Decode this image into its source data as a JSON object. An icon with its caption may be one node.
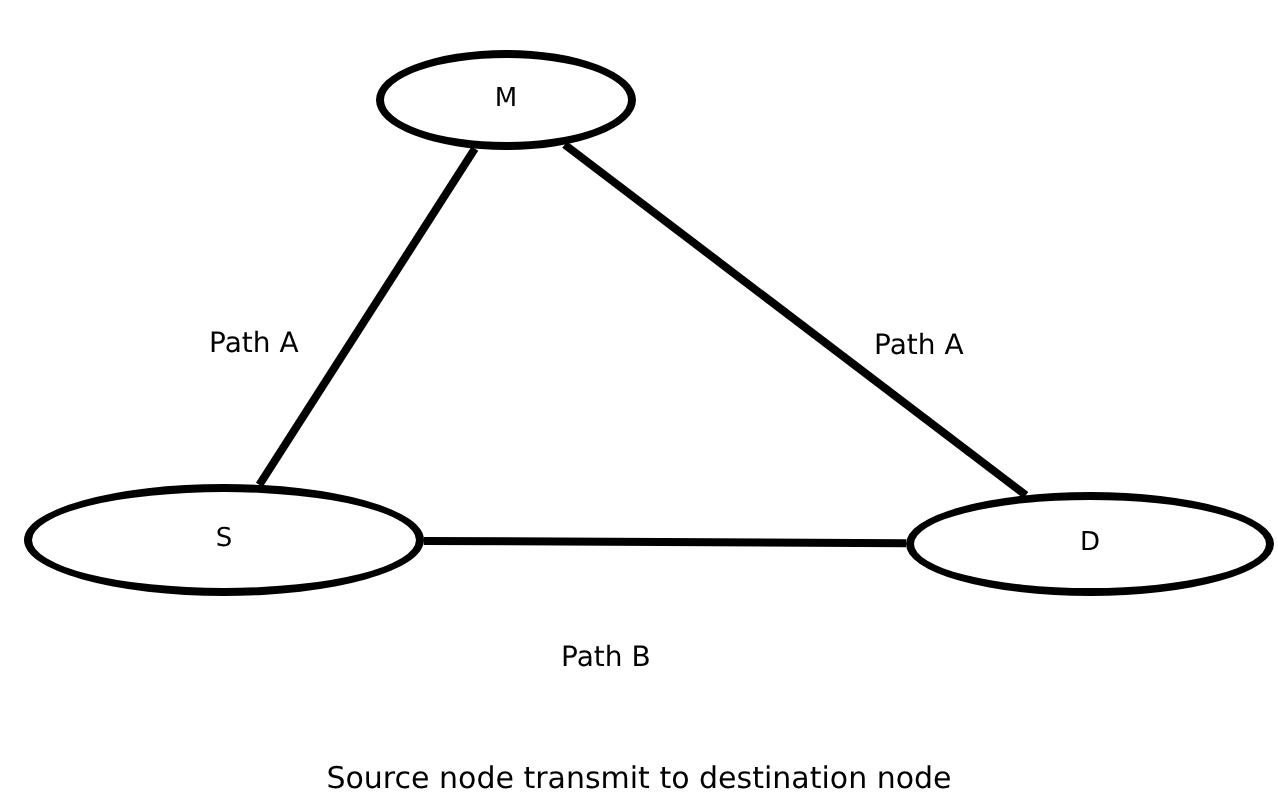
{
  "diagram": {
    "caption": "Source node transmit to destination node",
    "nodes": [
      {
        "text": [
          "M"
        ]
      },
      {
        "text": [
          "S"
        ]
      },
      {
        "text": [
          "D"
        ]
      }
    ],
    "edges": [
      {
        "from": 0,
        "to": 1,
        "arrow": "none",
        "label": "Path A"
      },
      {
        "from": 0,
        "to": 2,
        "arrow": "none",
        "label": "Path A"
      },
      {
        "from": 1,
        "to": 2,
        "arrow": "none",
        "label": "Path B"
      }
    ]
  }
}
